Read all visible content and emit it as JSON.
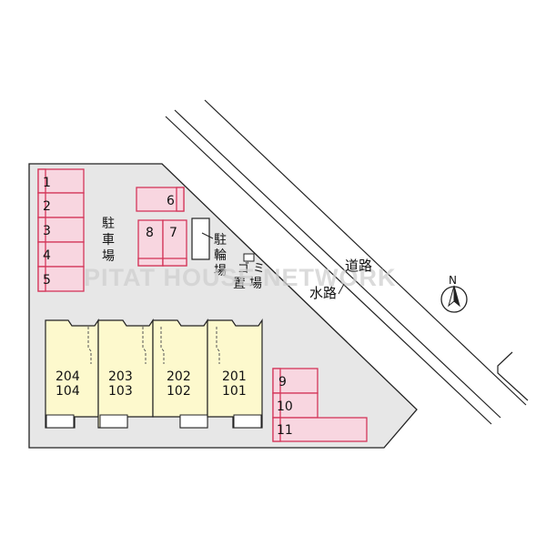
{
  "watermark": "PITAT HOUSE NETWORK",
  "colors": {
    "site_fill": "#e7e7e7",
    "parking_fill": "#f8d6e0",
    "parking_stroke": "#d4365a",
    "unit_fill": "#fdf9cd",
    "line": "#222222"
  },
  "labels": {
    "parking_lot": [
      "駐",
      "車",
      "場"
    ],
    "bike_parking": [
      "駐",
      "輪",
      "場"
    ],
    "garbage_area": [
      "ゴ",
      "ミ",
      "置",
      "場"
    ],
    "road": "道路",
    "waterway": "水路",
    "north": "N"
  },
  "parking_spaces": [
    "1",
    "2",
    "3",
    "4",
    "5",
    "6",
    "8",
    "7",
    "9",
    "10",
    "11"
  ],
  "units": [
    {
      "upper": "204",
      "lower": "104"
    },
    {
      "upper": "203",
      "lower": "103"
    },
    {
      "upper": "202",
      "lower": "102"
    },
    {
      "upper": "201",
      "lower": "101"
    }
  ]
}
